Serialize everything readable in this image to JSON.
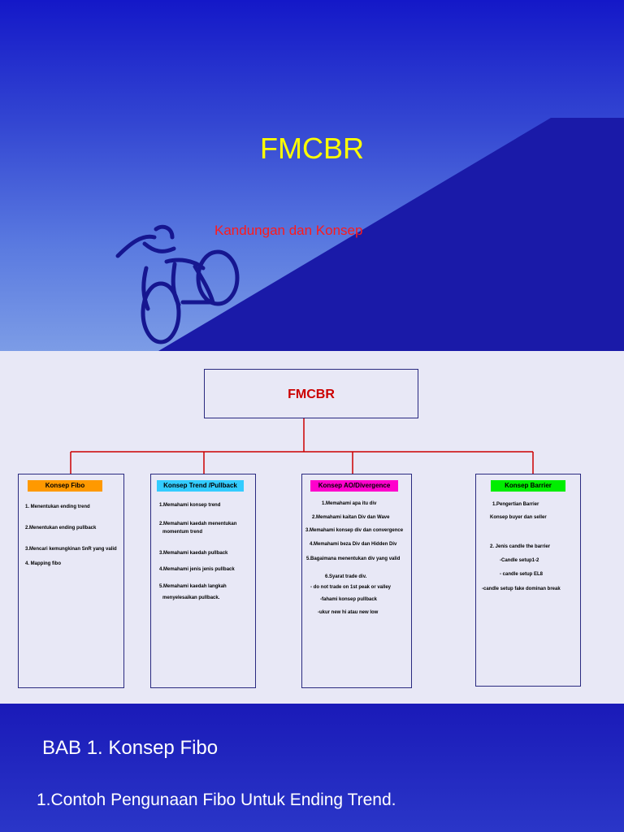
{
  "slide1": {
    "title": "FMCBR",
    "subtitle": "Kandungan dan Konsep"
  },
  "slide2": {
    "root": "FMCBR",
    "branches": [
      {
        "label": "Konsep Fibo",
        "color": "#ff9900",
        "items": [
          "1. Menentukan ending trend",
          "2.Menentukan ending pullback",
          "3.Mencari kemungkinan SnR yang valid",
          "4. Mapping fibo"
        ]
      },
      {
        "label": "Konsep Trend /Pullback",
        "color": "#33ccff",
        "items": [
          "1.Memahami konsep trend",
          "2.Memahami kaedah menentukan",
          "momentum trend",
          "3.Memahami kaedah pullback",
          "4.Memahami jenis jenis pullback",
          "5.Memahami kaedah langkah",
          "menyelesaikan pullback."
        ]
      },
      {
        "label": "Konsep AO/Divergence",
        "color": "#ff00cc",
        "items": [
          "1.Memahami apa itu div",
          "2.Memahami kaitan Div dan Wave",
          "3.Memahami konsep div dan convergence",
          "4.Memahami beza Div dan Hidden Div",
          "5.Bagaimana menentukan div yang valid",
          "6.Syarat trade div.",
          "- do not trade on 1st peak or valley",
          "-fahami konsep pullback",
          "-ukur new hi atau new low"
        ]
      },
      {
        "label": "Konsep Barrier",
        "color": "#00ee00",
        "items": [
          "1.Pengertian Barrier",
          "Konsep buyer dan seller",
          "2. Jenis candle the barrier",
          "-Candle setup1-2",
          "- candle setup EL8",
          "-candle setup fake dominan break"
        ]
      }
    ]
  },
  "slide3": {
    "title": "BAB 1. Konsep Fibo",
    "text": "1.Contoh Pengunaan Fibo Untuk Ending Trend."
  },
  "colors": {
    "title_yellow": "#ffff00",
    "subtitle_red": "#ff1a1a",
    "root_text_red": "#cc0000",
    "connector_red": "#cc0000",
    "box_border": "#2a2a80"
  }
}
